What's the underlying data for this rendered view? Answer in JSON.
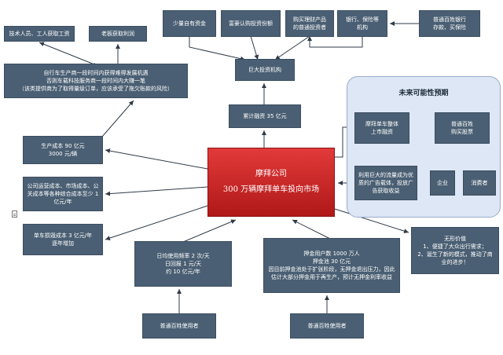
{
  "diagram": {
    "center": {
      "line1": "摩拜公司",
      "line2": "300 万辆摩拜单车投向市场"
    },
    "future_panel": {
      "title": "未来可能性预期"
    },
    "boxes": {
      "tech_staff": "技术人员、工人获取工资",
      "boss_profit": "老板获取利润",
      "own_funds": "少量自有资金",
      "fund_buyers": "富豪认购投资份额",
      "wealth_buyers": "购买理财产品\n的普通投资者",
      "banks_insurance": "银行、保险等\n机构",
      "public_bank": "普通百姓银行\n存款、买保险",
      "producers": "自行车生产商一段时间内获得难得发展机遇\n否则车载科技服务商一段时间内大赚一笔\n（该类提供商为了取得量级订单，应该承受了拖欠账款的风险）",
      "big_investors": "巨大投资机构",
      "total_financing": "累计融资 35 亿元",
      "production_cost": "生产成本 90 亿元\n3000 元/辆",
      "operating_cost": "公司运营成本、市场成本、公关成本等各种综合成本至少 1 亿元/年",
      "depreciation": "单车损毁成本 3 亿元/年\n逐年增加",
      "daily_usage": "日均使用频率 2 次/天\n日回报 1 元/天\n约 10 亿元/年",
      "deposit": "押金用户数 1000 万人\n押金池 30 亿元\n因目前押金池处于扩张阶段，无押金退出压力，因此估计大部分押金用于再生产，预计无押金利率收益",
      "intangible": "无形价值\n1、便捷了大众出行需求；\n2、诞生了新的模式，推动了商业的进步！",
      "ipo": "摩拜单车整体\n上市融资",
      "public_stocks": "普通百姓\n购买股票",
      "ads": "利用巨大的流量成为优质的广告载体，投放广告获取收益",
      "enterprise": "企业",
      "consumer": "消费者",
      "users_left": "普通百姓使用者",
      "users_right": "普通百姓使用者"
    },
    "colors": {
      "box_fill": "#4a5f73",
      "center_fill": "#c81f1f",
      "future_panel": "#dde7f5",
      "arrow": "#2f3b48"
    }
  }
}
